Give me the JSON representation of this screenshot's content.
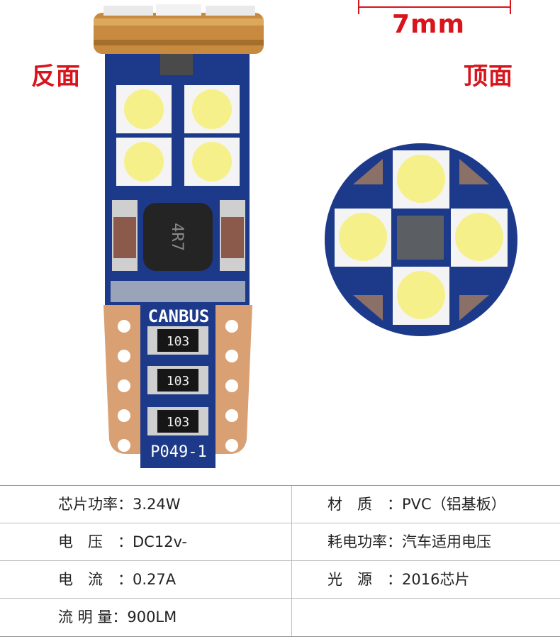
{
  "labels": {
    "back": "反面",
    "top": "顶面",
    "dimension": "7mm"
  },
  "pcb_text": {
    "canbus": "CANBUS",
    "model": "P049-1",
    "resistor": "103",
    "inductor": "4R7"
  },
  "specs": [
    {
      "left": "芯片功率：3.24W",
      "right": "材　质　：PVC（铝基板）"
    },
    {
      "left": "电　压　：DC12v-",
      "right": "耗电功率：汽车适用电压"
    },
    {
      "left": "电　流　：0.27A",
      "right": "光　源　：2016芯片"
    },
    {
      "left": "流 明 量：900LM",
      "right": ""
    }
  ],
  "colors": {
    "accent_red": "#d8141c",
    "pcb_blue": "#1d3a8a",
    "gold_base": "#c88a3e",
    "copper_pad": "#d9a074"
  }
}
